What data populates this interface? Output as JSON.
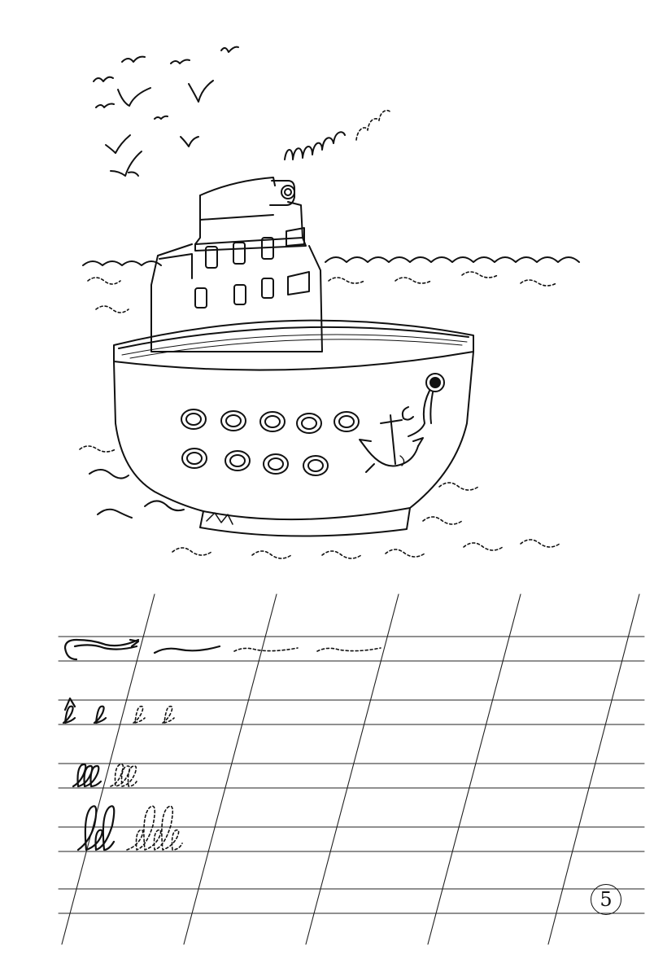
{
  "page": {
    "number": "5"
  },
  "illustration": {
    "subject": "steamship-icon",
    "ink_color": "#111111"
  },
  "exercise": {
    "rows": [
      {
        "pattern": "wave-stroke"
      },
      {
        "pattern": "loop-letter-e"
      },
      {
        "pattern": "chained-loops"
      },
      {
        "pattern": "loop-strokes-tall"
      }
    ]
  }
}
